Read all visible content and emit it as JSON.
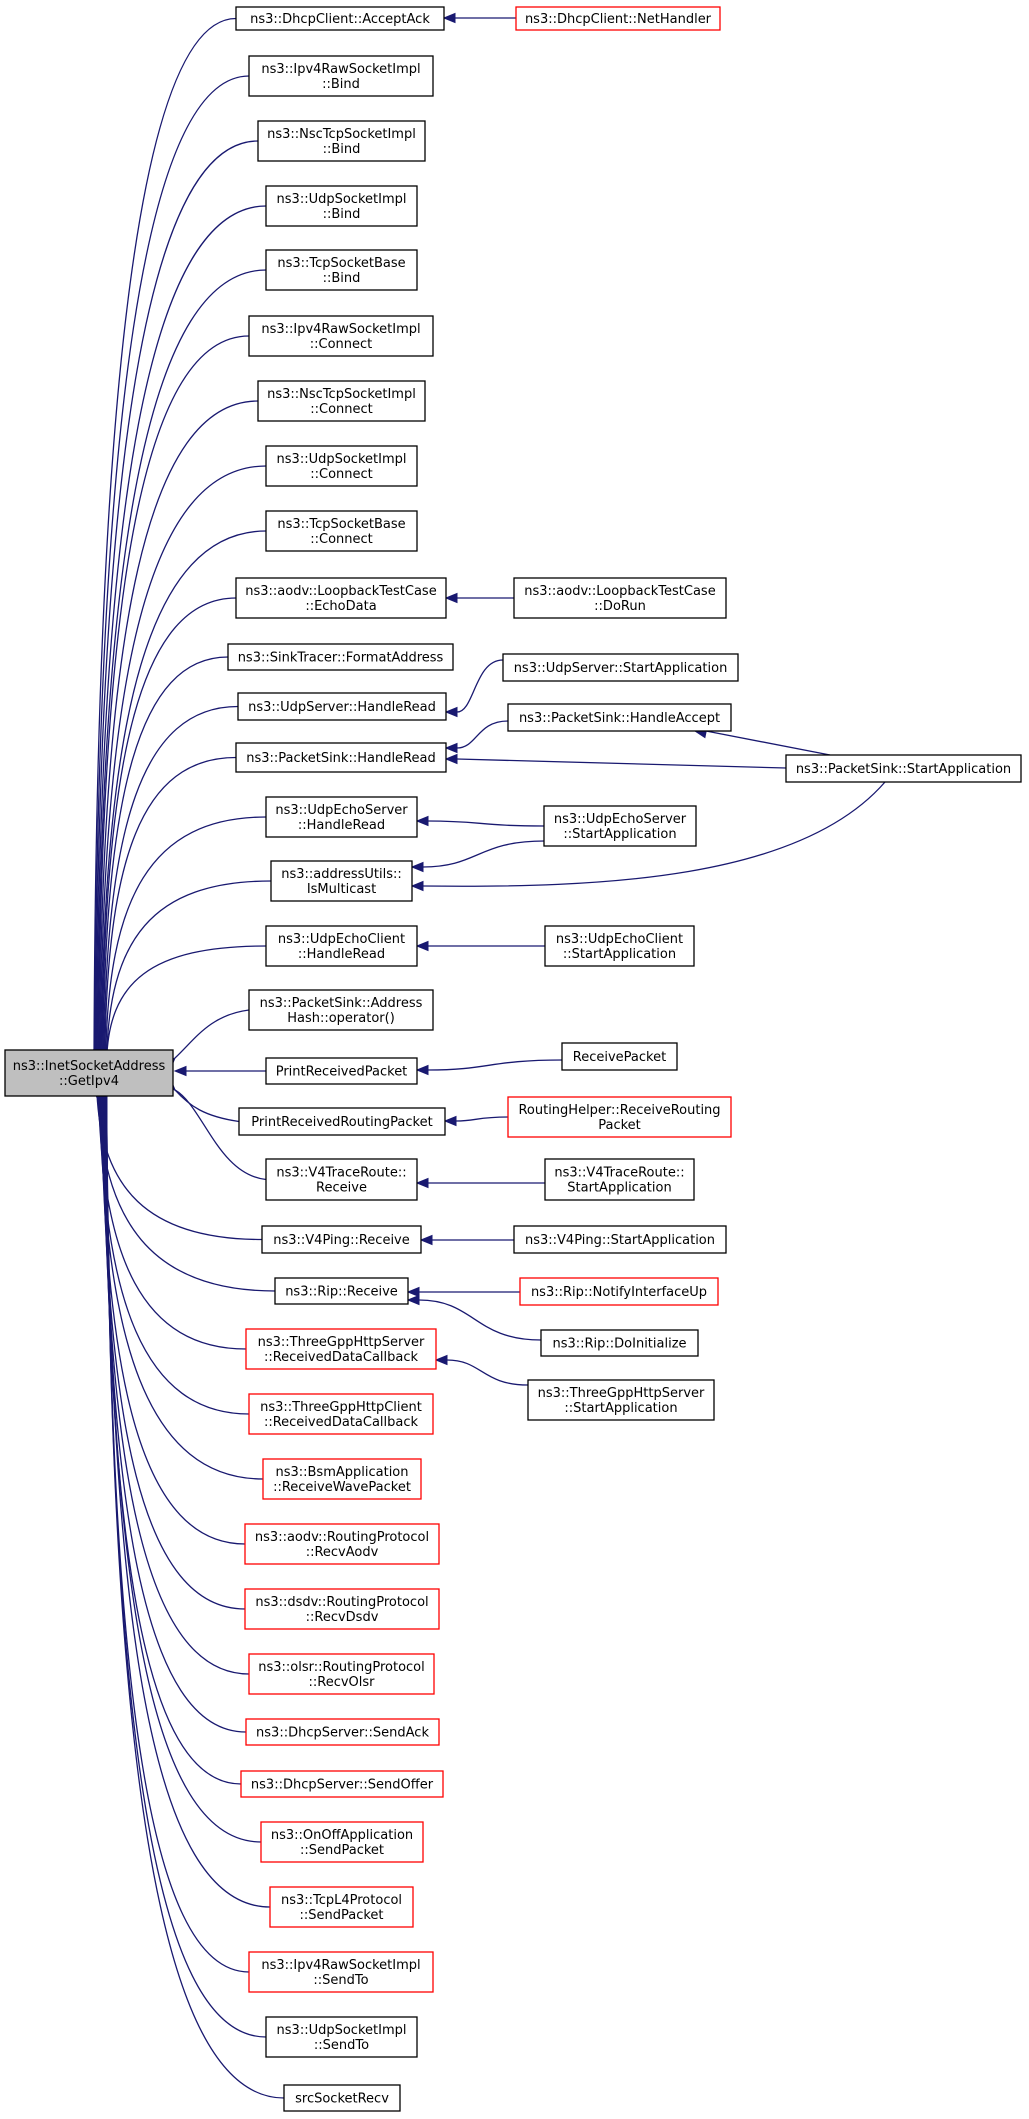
{
  "colors": {
    "edge": "#191970",
    "focus_fill": "#bfbfbf",
    "node_border": "#000000",
    "truncated_border": "#ff0000"
  },
  "focus": {
    "line1": "ns3::InetSocketAddress",
    "line2": "::GetIpv4"
  },
  "nodes": {
    "n1": {
      "lines": [
        "ns3::DhcpClient::AcceptAck"
      ]
    },
    "n2": {
      "lines": [
        "ns3::Ipv4RawSocketImpl",
        "::Bind"
      ]
    },
    "n3": {
      "lines": [
        "ns3::NscTcpSocketImpl",
        "::Bind"
      ]
    },
    "n4": {
      "lines": [
        "ns3::UdpSocketImpl",
        "::Bind"
      ]
    },
    "n5": {
      "lines": [
        "ns3::TcpSocketBase",
        "::Bind"
      ]
    },
    "n6": {
      "lines": [
        "ns3::Ipv4RawSocketImpl",
        "::Connect"
      ]
    },
    "n7": {
      "lines": [
        "ns3::NscTcpSocketImpl",
        "::Connect"
      ]
    },
    "n8": {
      "lines": [
        "ns3::UdpSocketImpl",
        "::Connect"
      ]
    },
    "n9": {
      "lines": [
        "ns3::TcpSocketBase",
        "::Connect"
      ]
    },
    "n10": {
      "lines": [
        "ns3::aodv::LoopbackTestCase",
        "::EchoData"
      ]
    },
    "n11": {
      "lines": [
        "ns3::SinkTracer::FormatAddress"
      ]
    },
    "n12": {
      "lines": [
        "ns3::UdpServer::HandleRead"
      ]
    },
    "n13": {
      "lines": [
        "ns3::PacketSink::HandleRead"
      ]
    },
    "n14": {
      "lines": [
        "ns3::UdpEchoServer",
        "::HandleRead"
      ]
    },
    "n15": {
      "lines": [
        "ns3::addressUtils::",
        "IsMulticast"
      ]
    },
    "n16": {
      "lines": [
        "ns3::UdpEchoClient",
        "::HandleRead"
      ]
    },
    "n17": {
      "lines": [
        "ns3::PacketSink::Address",
        "Hash::operator()"
      ]
    },
    "n18": {
      "lines": [
        "PrintReceivedPacket"
      ]
    },
    "n19": {
      "lines": [
        "PrintReceivedRoutingPacket"
      ]
    },
    "n20": {
      "lines": [
        "ns3::V4TraceRoute::",
        "Receive"
      ]
    },
    "n21": {
      "lines": [
        "ns3::V4Ping::Receive"
      ]
    },
    "n22": {
      "lines": [
        "ns3::Rip::Receive"
      ]
    },
    "n23": {
      "lines": [
        "ns3::ThreeGppHttpServer",
        "::ReceivedDataCallback"
      ]
    },
    "n24": {
      "lines": [
        "ns3::ThreeGppHttpClient",
        "::ReceivedDataCallback"
      ]
    },
    "n25": {
      "lines": [
        "ns3::BsmApplication",
        "::ReceiveWavePacket"
      ]
    },
    "n26": {
      "lines": [
        "ns3::aodv::RoutingProtocol",
        "::RecvAodv"
      ]
    },
    "n27": {
      "lines": [
        "ns3::dsdv::RoutingProtocol",
        "::RecvDsdv"
      ]
    },
    "n28": {
      "lines": [
        "ns3::olsr::RoutingProtocol",
        "::RecvOlsr"
      ]
    },
    "n29": {
      "lines": [
        "ns3::DhcpServer::SendAck"
      ]
    },
    "n30": {
      "lines": [
        "ns3::DhcpServer::SendOffer"
      ]
    },
    "n31": {
      "lines": [
        "ns3::OnOffApplication",
        "::SendPacket"
      ]
    },
    "n32": {
      "lines": [
        "ns3::TcpL4Protocol",
        "::SendPacket"
      ]
    },
    "n33": {
      "lines": [
        "ns3::Ipv4RawSocketImpl",
        "::SendTo"
      ]
    },
    "n34": {
      "lines": [
        "ns3::UdpSocketImpl",
        "::SendTo"
      ]
    },
    "n35": {
      "lines": [
        "srcSocketRecv"
      ]
    },
    "c1": {
      "lines": [
        "ns3::DhcpClient::NetHandler"
      ]
    },
    "c2": {
      "lines": [
        "ns3::aodv::LoopbackTestCase",
        "::DoRun"
      ]
    },
    "c3": {
      "lines": [
        "ns3::UdpServer::StartApplication"
      ]
    },
    "c4": {
      "lines": [
        "ns3::PacketSink::HandleAccept"
      ]
    },
    "c5": {
      "lines": [
        "ns3::UdpEchoServer",
        "::StartApplication"
      ]
    },
    "c6": {
      "lines": [
        "ns3::UdpEchoClient",
        "::StartApplication"
      ]
    },
    "c7": {
      "lines": [
        "ReceivePacket"
      ]
    },
    "c8": {
      "lines": [
        "RoutingHelper::ReceiveRouting",
        "Packet"
      ]
    },
    "c9": {
      "lines": [
        "ns3::V4TraceRoute::",
        "StartApplication"
      ]
    },
    "c10": {
      "lines": [
        "ns3::V4Ping::StartApplication"
      ]
    },
    "c11": {
      "lines": [
        "ns3::Rip::NotifyInterfaceUp"
      ]
    },
    "c12": {
      "lines": [
        "ns3::Rip::DoInitialize"
      ]
    },
    "c13": {
      "lines": [
        "ns3::ThreeGppHttpServer",
        "::StartApplication"
      ]
    },
    "d1": {
      "lines": [
        "ns3::PacketSink::StartApplication"
      ]
    }
  }
}
